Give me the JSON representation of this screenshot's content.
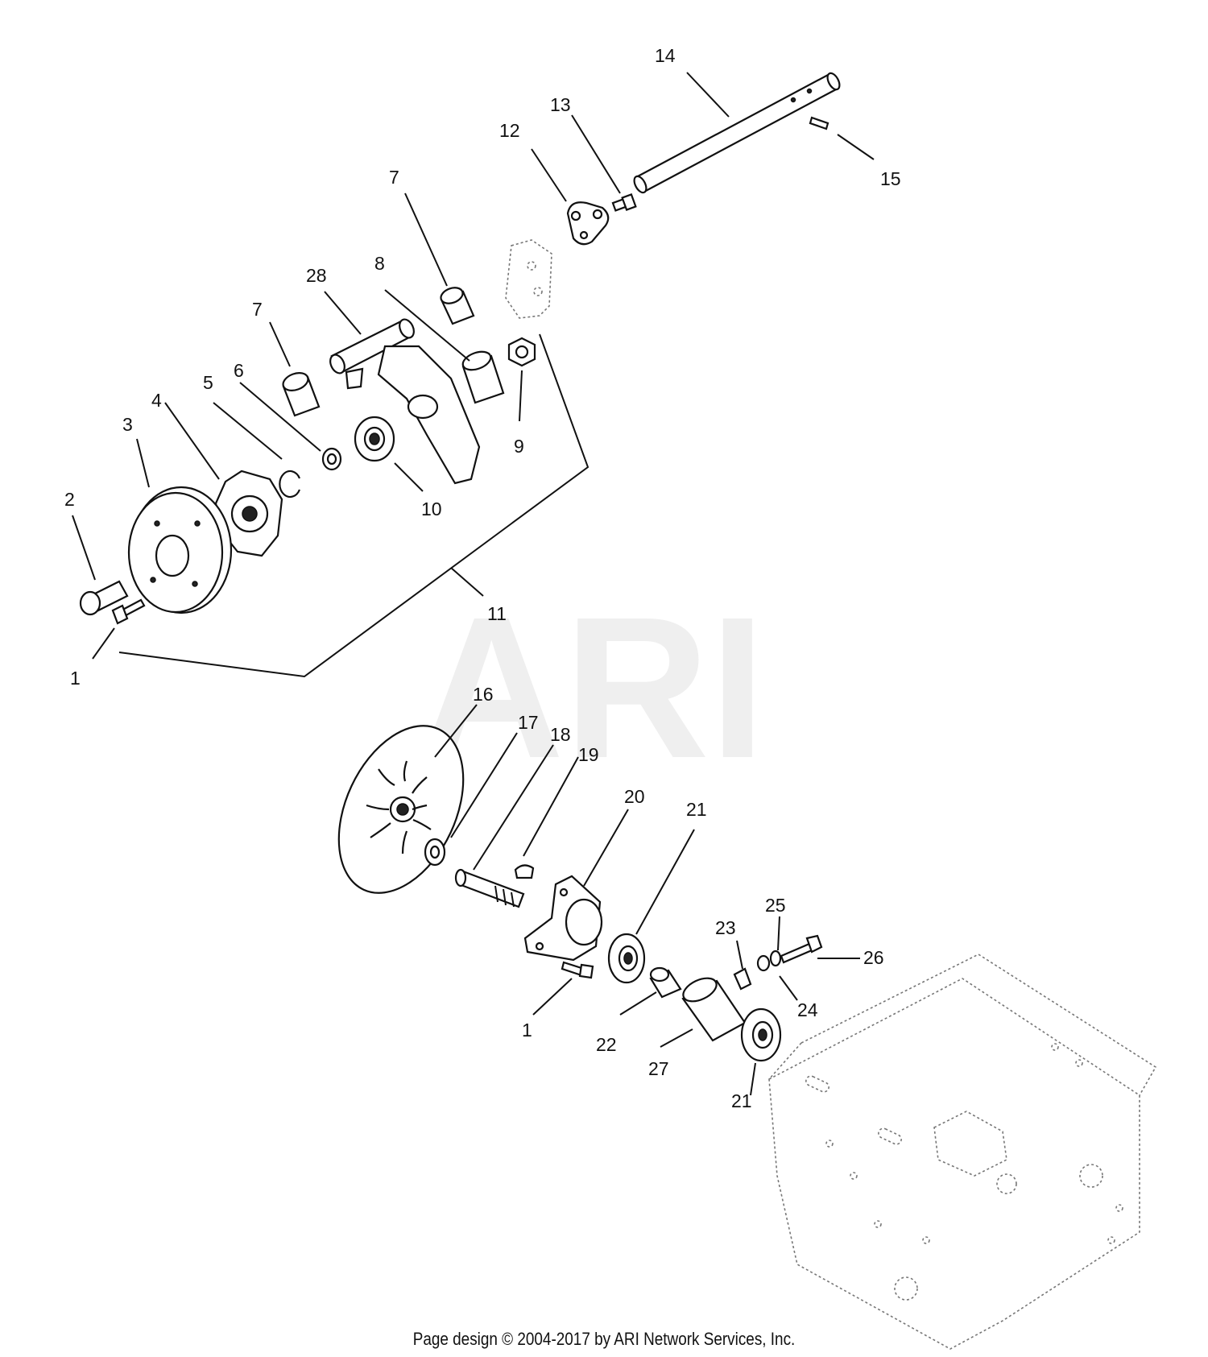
{
  "watermark": "ARI",
  "footer": "Page design © 2004-2017 by ARI Network Services, Inc.",
  "callouts": [
    "1",
    "2",
    "3",
    "4",
    "5",
    "6",
    "7",
    "7",
    "8",
    "9",
    "10",
    "11",
    "12",
    "13",
    "14",
    "15",
    "16",
    "17",
    "18",
    "19",
    "20",
    "21",
    "21",
    "22",
    "23",
    "24",
    "25",
    "26",
    "27",
    "28",
    "1"
  ],
  "assembly_ref": "11"
}
